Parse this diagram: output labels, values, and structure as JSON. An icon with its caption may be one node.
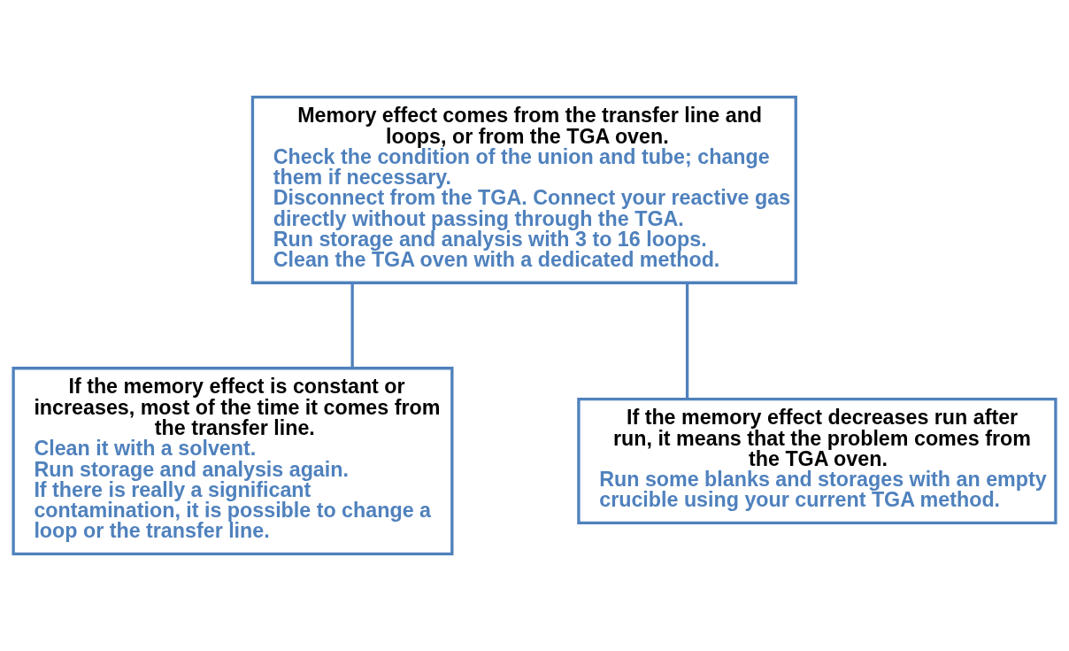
{
  "diagram": {
    "nodes": [
      {
        "text": [
          "Memory effect comes from the transfer line and loops, or from the TGA oven.",
          "Check the condition of the union and tube; change them if necessary.",
          "Disconnect from the TGA. Connect your reactive gas directly without passing through the TGA.",
          "Run storage and analysis with 3 to 16 loops.",
          "Clean the TGA oven with a dedicated method."
        ]
      },
      {
        "text": [
          "If the memory effect is constant or increases, most of the time it comes from the transfer line.",
          "Clean it with a solvent.",
          "Run storage and analysis again.",
          "If there is really a significant contamination, it is possible to change a loop or the transfer line."
        ]
      },
      {
        "text": [
          "If the memory effect decreases run after run, it means that the problem comes from the TGA oven.",
          "Run some blanks and storages with an empty crucible using your current TGA method."
        ]
      }
    ],
    "edges": [
      {
        "from": 0,
        "to": 1,
        "arrow": "none"
      },
      {
        "from": 0,
        "to": 2,
        "arrow": "none"
      }
    ]
  }
}
